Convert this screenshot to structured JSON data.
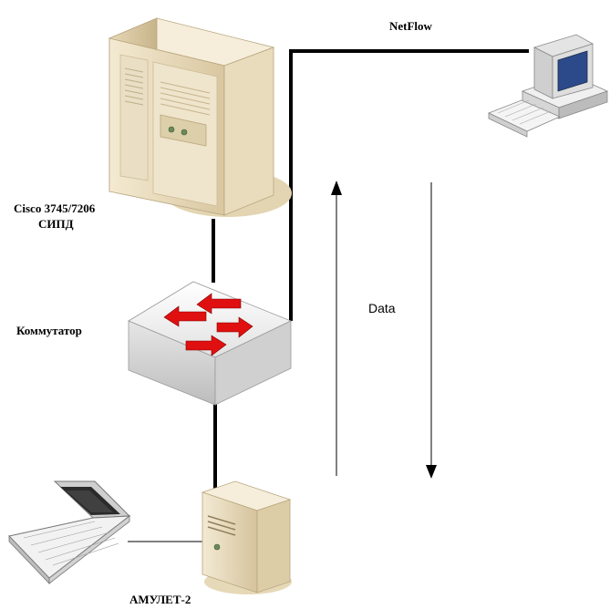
{
  "diagram": {
    "labels": {
      "router_line1": "Cisco 3745/7206",
      "router_line2": "СИПД",
      "switch": "Коммутатор",
      "netflow": "NetFlow",
      "data": "Data",
      "amulet": "АМУЛЕТ-2"
    },
    "nodes": [
      {
        "id": "router",
        "icon": "server-tower-icon"
      },
      {
        "id": "switch",
        "icon": "network-switch-icon"
      },
      {
        "id": "netflow-collector",
        "icon": "desktop-computer-icon"
      },
      {
        "id": "amulet",
        "icon": "small-server-icon"
      },
      {
        "id": "laptop",
        "icon": "laptop-icon"
      }
    ],
    "colors": {
      "line": "#000000",
      "arrow_red": "#e01010",
      "server_body": "#eee2c6",
      "switch_body": "#f0f0f0"
    }
  }
}
